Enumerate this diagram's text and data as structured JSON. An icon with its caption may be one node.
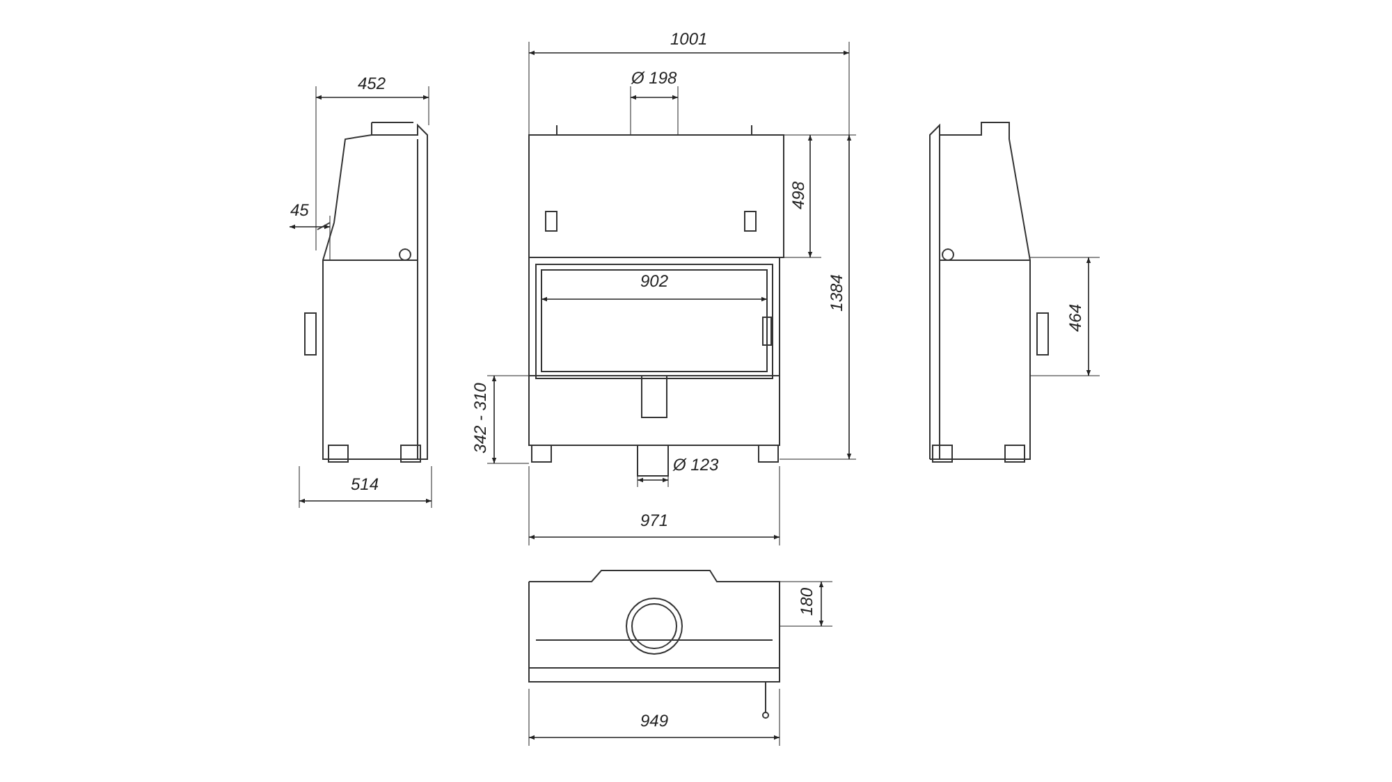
{
  "diagram": {
    "labels": [
      "1001",
      "452",
      "Ø 198",
      "498",
      "45",
      "902",
      "1384",
      "464",
      "342 - 310",
      "Ø 123",
      "514",
      "971",
      "180",
      "949"
    ]
  }
}
